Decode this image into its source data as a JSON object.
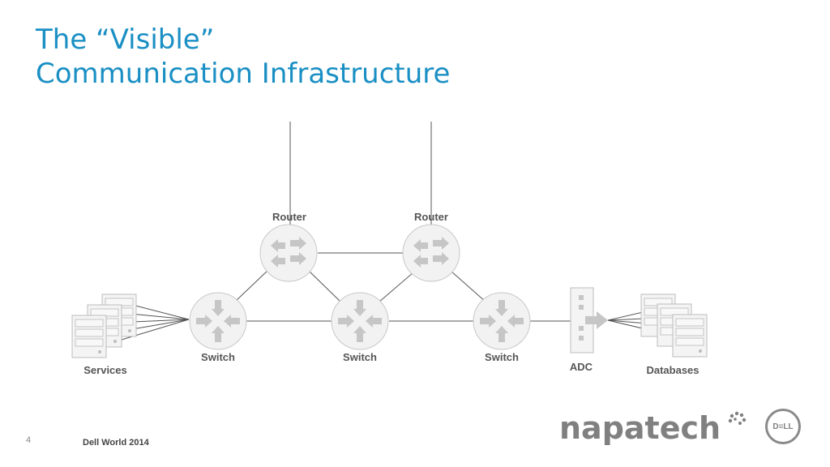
{
  "title": {
    "line1": "The “Visible”",
    "line2": "Communication Infrastructure"
  },
  "diagram": {
    "labels": {
      "router_left": "Router",
      "router_right": "Router",
      "switch_left": "Switch",
      "switch_mid": "Switch",
      "switch_right": "Switch",
      "adc": "ADC",
      "services": "Services",
      "databases": "Databases"
    },
    "colors": {
      "node_fill": "#f2f2f2",
      "node_stroke": "#c8c8c8",
      "arrow": "#c6c6c6",
      "line": "#555555"
    }
  },
  "footer": {
    "page_number": "4",
    "event": "Dell  World 2014",
    "brand": "napatech",
    "dell_logo": "D≡LL"
  },
  "colors": {
    "title": "#1a8fc4",
    "brand_gray": "#808080"
  }
}
